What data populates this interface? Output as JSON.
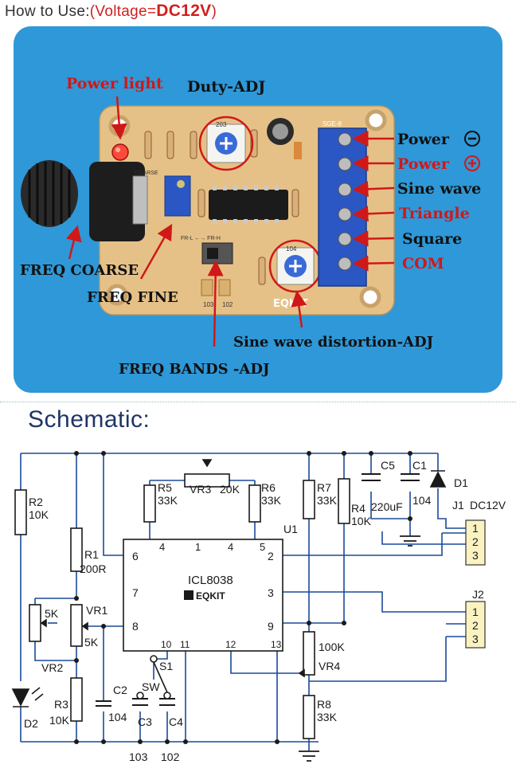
{
  "header": {
    "how_to_use": "How to Use:",
    "voltage_open": "(Voltage=",
    "voltage_value": "DC12V",
    "voltage_close": ")"
  },
  "photo": {
    "labels": {
      "power_light": "Power light",
      "duty_adj": "Duty-ADJ",
      "power_minus": "Power",
      "power_plus": "Power",
      "sine_wave": "Sine wave",
      "triangle": "Triangle",
      "square": "Square",
      "com": "COM",
      "freq_coarse": "FREQ COARSE",
      "freq_fine": "FREQ FINE",
      "sine_distortion": "Sine wave distortion-ADJ",
      "freq_bands": "FREQ BANDS -ADJ"
    },
    "board": {
      "brand": "EQKIT",
      "model": "SGE-8",
      "pot_top": "203",
      "pot_bottom": "104",
      "coarse": "COARSE",
      "switch_range": "FR-L ←→ FR-H",
      "cap_left": "103",
      "cap_right": "102"
    },
    "colors": {
      "panel": "#2f98d8",
      "pcb": "#e6c187",
      "terminal": "#2a57c4",
      "callout": "#d01818"
    }
  },
  "schematic": {
    "title": "Schematic:",
    "chip": {
      "name": "ICL8038",
      "brand": "EQKIT",
      "ref": "U1"
    },
    "pins": {
      "p6": "6",
      "p7": "7",
      "p8": "8",
      "p2": "2",
      "p3": "3",
      "p9": "9",
      "p4a": "4",
      "p1": "1",
      "p4b": "4",
      "p5": "5",
      "p10": "10",
      "p11": "11",
      "p12": "12",
      "p13": "13"
    },
    "components": {
      "r2": "R2",
      "r2_val": "10K",
      "r1": "R1",
      "r1_val": "200R",
      "vr1": "VR1",
      "vr1_val": "5K",
      "vr2": "VR2",
      "vr2_val": "5K",
      "r3": "R3",
      "r3_val": "10K",
      "d2": "D2",
      "c2": "C2",
      "c2_val": "104",
      "c3": "C3",
      "c3_val": "103",
      "c4": "C4",
      "c4_val": "102",
      "s1": "S1",
      "sw": "SW",
      "r5": "R5",
      "r5_val": "33K",
      "vr3": "VR3",
      "vr3_val": "20K",
      "r6": "R6",
      "r6_val": "33K",
      "r7": "R7",
      "r7_val": "33K",
      "r4": "R4",
      "r4_val": "10K",
      "c5": "C5",
      "c5_val": "220uF",
      "c1": "C1",
      "c1_val": "104",
      "d1": "D1",
      "vr4": "VR4",
      "vr4_val": "100K",
      "r8": "R8",
      "r8_val": "33K",
      "j1": "J1",
      "j1_val": "DC12V",
      "j2": "J2"
    },
    "connector_pins": [
      "1",
      "2",
      "3"
    ]
  }
}
